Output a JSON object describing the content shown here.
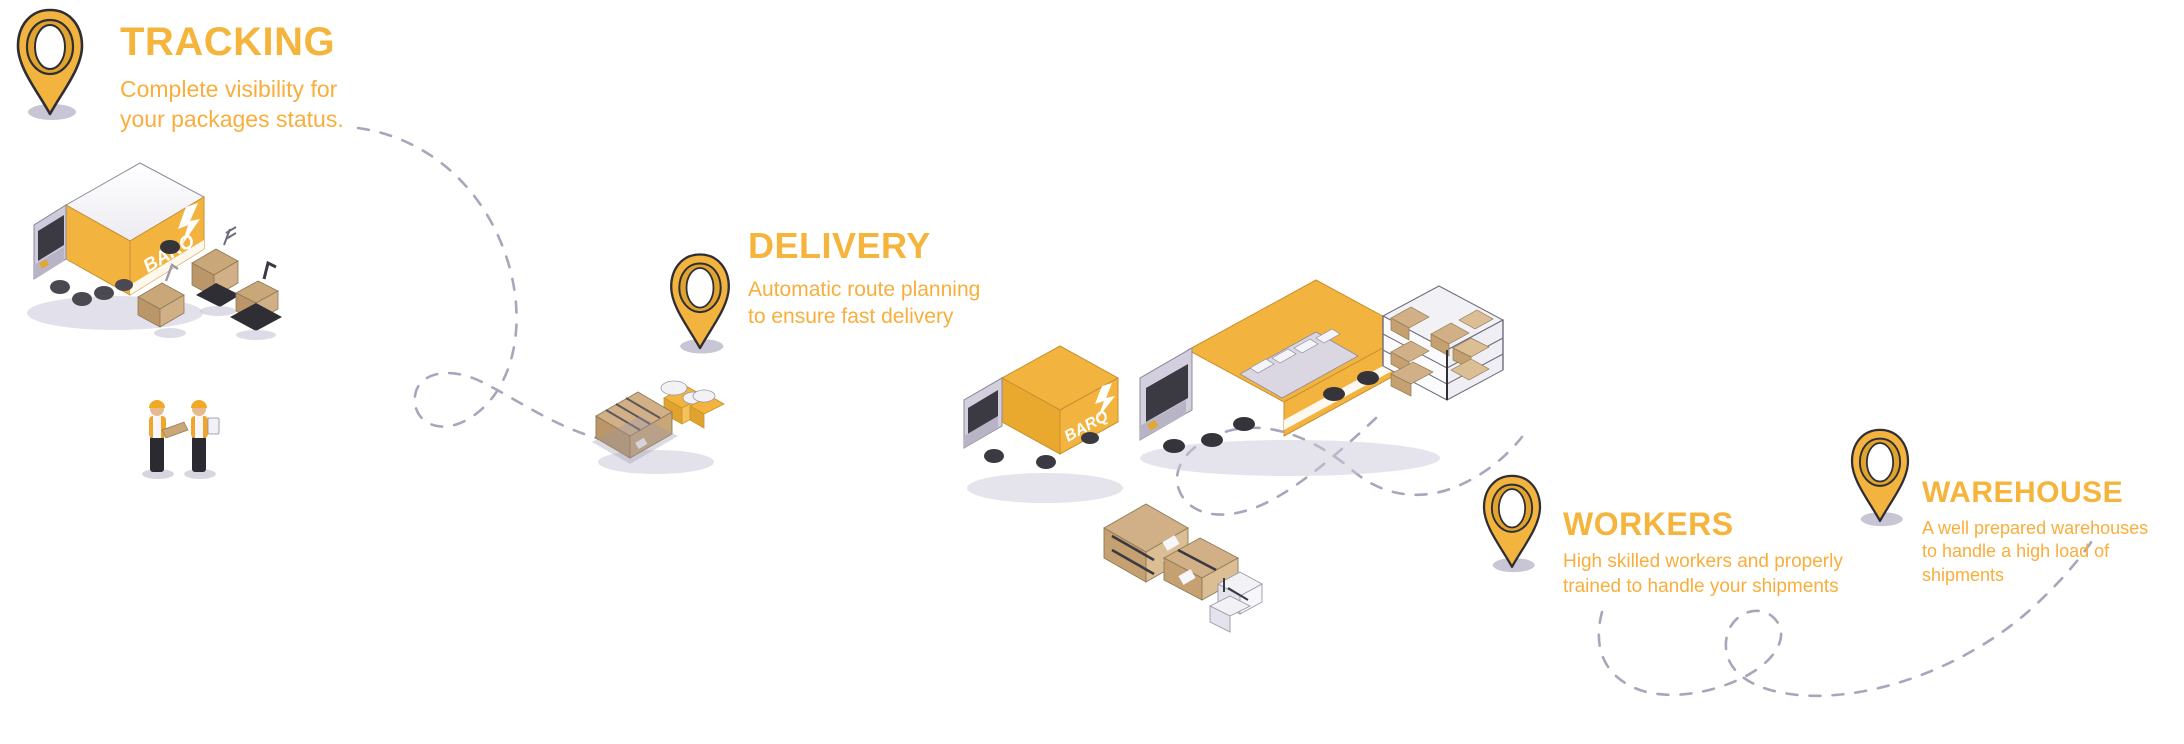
{
  "brand": {
    "logo_text": "BARQ",
    "logo_icon": "lightning-bolt-icon",
    "accent_heading": "#F5B53C",
    "accent_body": "#F9AE3C",
    "path_color": "#A9A6BC",
    "shadow_color": "#B6B2C6",
    "truck_body": "#F2B43F",
    "truck_cab": "#D8D5E2",
    "box_color": "#C9A779",
    "background": "#FFFFFF"
  },
  "sections": [
    {
      "id": "tracking",
      "title": "TRACKING",
      "body": "Complete visibility for\nyour packages status.",
      "body_line1": "Complete visibility for",
      "body_line2": "your packages status.",
      "pin_icon": "map-pin-icon"
    },
    {
      "id": "delivery",
      "title": "DELIVERY",
      "body": "Automatic route planning\nto ensure fast delivery",
      "body_line1": "Automatic route planning",
      "body_line2": "to ensure fast delivery",
      "pin_icon": "map-pin-icon"
    },
    {
      "id": "workers",
      "title": "WORKERS",
      "body": "High skilled workers and properly\ntrained to handle your shipments",
      "body_line1": "High skilled workers and properly",
      "body_line2": "trained to handle your shipments",
      "pin_icon": "map-pin-icon"
    },
    {
      "id": "warehouse",
      "title": "WAREHOUSE",
      "body": "A well prepared warehouses\nto handle a high load of\nshipments",
      "body_line1": "A well prepared warehouses",
      "body_line2": "to handle a high load of",
      "body_line3": "shipments",
      "pin_icon": "map-pin-icon"
    }
  ],
  "illustrations": [
    {
      "id": "semi-truck-tracking",
      "name": "isometric-semi-truck-with-barq-logo"
    },
    {
      "id": "pallet-jacks",
      "name": "isometric-pallet-jacks-with-boxes"
    },
    {
      "id": "warehouse-staff",
      "name": "isometric-workers-in-safety-vests"
    },
    {
      "id": "pallet-delivery",
      "name": "isometric-pallet-with-boxes-and-sacks"
    },
    {
      "id": "box-truck",
      "name": "isometric-box-truck-with-barq-logo"
    },
    {
      "id": "flatbed-truck",
      "name": "isometric-flatbed-container-truck"
    },
    {
      "id": "shelving-rack",
      "name": "isometric-warehouse-shelving-rack"
    },
    {
      "id": "loose-boxes",
      "name": "isometric-cardboard-boxes"
    }
  ],
  "route_paths": [
    {
      "id": "path-tracking-to-delivery",
      "style": "dashed-curve-with-loop"
    },
    {
      "id": "path-delivery-to-workers",
      "style": "dashed-curve-with-loop"
    },
    {
      "id": "path-workers-to-warehouse",
      "style": "dashed-curve-with-loop"
    }
  ]
}
